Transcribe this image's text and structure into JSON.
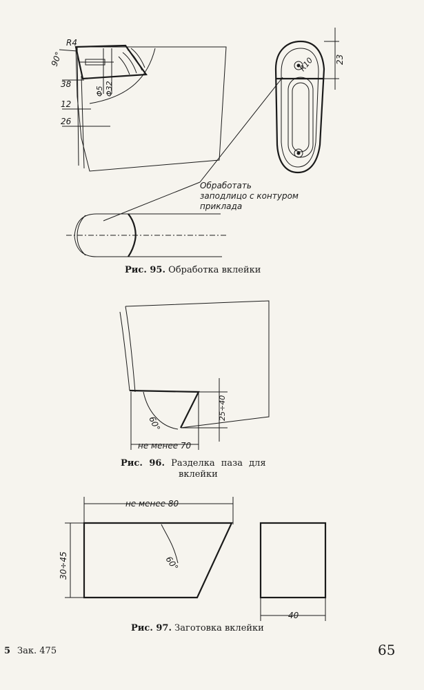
{
  "fig95": {
    "caption_prefix": "Рис. 95.",
    "caption_text": "Обработка вклейки",
    "note_lines": [
      "Обработать",
      "заподлицо с контуром",
      "приклада"
    ],
    "dims": {
      "r4": "R4",
      "a90": "90°",
      "d38": "38",
      "d12": "12",
      "d26": "26",
      "phi5": "Φ5",
      "phi32": "Φ32",
      "r10": "R10",
      "d23": "23"
    }
  },
  "fig96": {
    "caption_prefix": "Рис. 96.",
    "caption_line1": "Разделка паза для",
    "caption_line2": "вклейки",
    "dims": {
      "angle": "60°",
      "depth": "25÷40",
      "length": "не менее 70"
    }
  },
  "fig97": {
    "caption_prefix": "Рис. 97.",
    "caption_text": "Заготовка вклейки",
    "dims": {
      "length": "не менее 80",
      "height": "30÷45",
      "angle": "60°",
      "width": "40"
    }
  },
  "footer": {
    "mark": "5",
    "order": "Зак. 475",
    "page_number": "65"
  }
}
